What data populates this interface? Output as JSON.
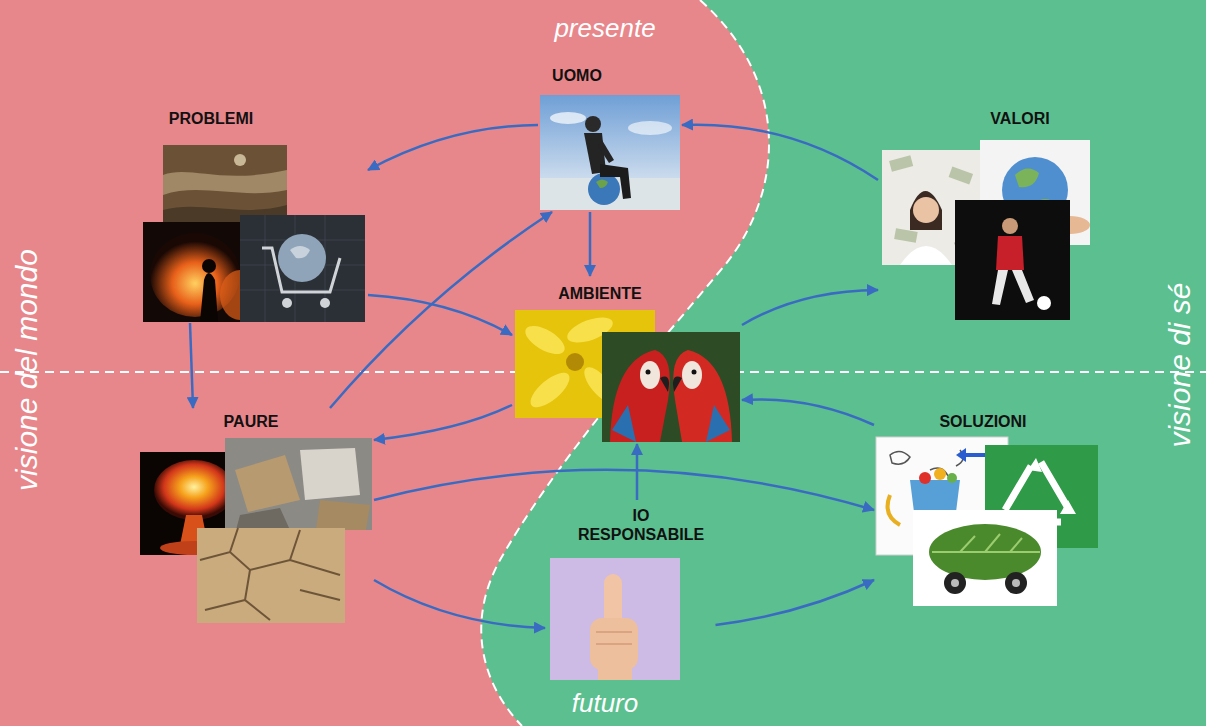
{
  "diagram": {
    "nodes": [
      {
        "text": [
          "UOMO"
        ]
      },
      {
        "text": [
          "PROBLEMI"
        ]
      },
      {
        "text": [
          "VALORI"
        ]
      },
      {
        "text": [
          "AMBIENTE"
        ]
      },
      {
        "text": [
          "PAURE"
        ]
      },
      {
        "text": [
          "SOLUZIONI"
        ]
      },
      {
        "text": [
          "IO RESPONSABILE"
        ]
      }
    ],
    "edges": [
      {
        "from": 0,
        "to": 1,
        "arrow": "to"
      },
      {
        "from": 0,
        "to": 3,
        "arrow": "to"
      },
      {
        "from": 2,
        "to": 0,
        "arrow": "to"
      },
      {
        "from": 1,
        "to": 3,
        "arrow": "to"
      },
      {
        "from": 1,
        "to": 4,
        "arrow": "to"
      },
      {
        "from": 3,
        "to": 2,
        "arrow": "to"
      },
      {
        "from": 3,
        "to": 4,
        "arrow": "to"
      },
      {
        "from": 4,
        "to": 0,
        "arrow": "to"
      },
      {
        "from": 4,
        "to": 5,
        "arrow": "to"
      },
      {
        "from": 4,
        "to": 6,
        "arrow": "to"
      },
      {
        "from": 6,
        "to": 3,
        "arrow": "to"
      },
      {
        "from": 6,
        "to": 5,
        "arrow": "to"
      },
      {
        "from": 5,
        "to": 3,
        "arrow": "to"
      }
    ],
    "labels": [
      "presente",
      "futuro",
      "visione del mondo",
      "visione di sé"
    ]
  }
}
